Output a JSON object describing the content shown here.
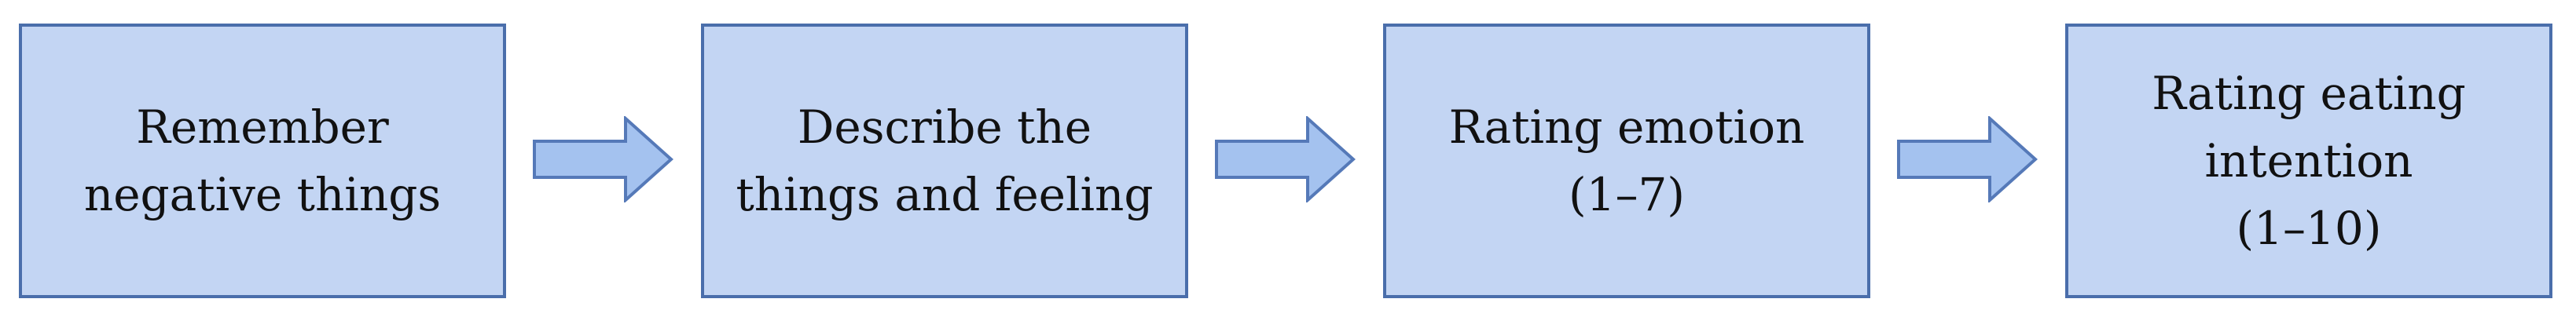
{
  "diagram": {
    "steps": [
      {
        "label": "Remember\nnegative things"
      },
      {
        "label": "Describe the\nthings and feeling"
      },
      {
        "label": "Rating emotion\n(1–7)"
      },
      {
        "label": "Rating eating\nintention\n(1–10)"
      }
    ],
    "colors": {
      "box_fill": "#c3d5f3",
      "box_border": "#4a6eab",
      "arrow_fill": "#a4c2ef",
      "arrow_border": "#5579b8"
    }
  }
}
